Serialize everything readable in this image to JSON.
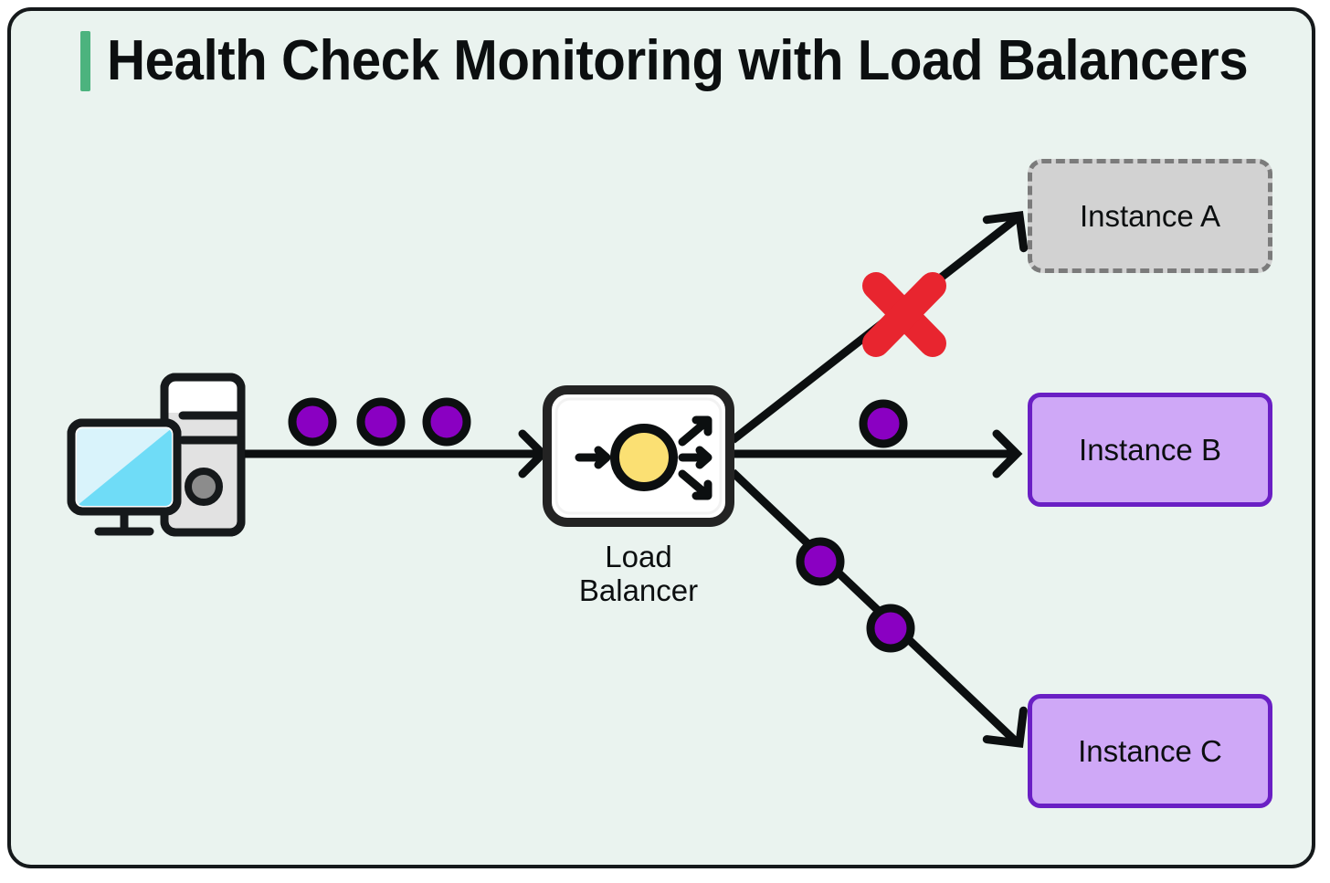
{
  "card": {
    "background_color": "#eaf3ef",
    "border_color": "#15191b"
  },
  "header": {
    "accent_color": "#4cb37e",
    "title": "Health Check Monitoring with Load Balancers"
  },
  "diagram": {
    "type": "load-balancer-health-check",
    "client": {
      "icon": "desktop-computer-icon",
      "screen_color": "#6fdcf7",
      "tower_color": "#e2e2e2"
    },
    "load_balancer": {
      "label": "Load\nBalancer",
      "box_fill": "#ffffff",
      "box_border": "#232323",
      "core_color": "#fbe073",
      "inbound_arrows": 1,
      "outbound_arrows": 3
    },
    "traffic_dot": {
      "fill": "#8a00c2",
      "stroke": "#0c0f10"
    },
    "failure_marker": {
      "icon": "red-x-icon",
      "color": "#e8252f",
      "on_route_to": "Instance A"
    },
    "nodes": [
      {
        "id": "instance-a",
        "label": "Instance A",
        "status": "unhealthy",
        "fill": "#d2d2d2",
        "border": "#7b7b7b",
        "border_style": "dashed",
        "traffic_dots": 0
      },
      {
        "id": "instance-b",
        "label": "Instance B",
        "status": "healthy",
        "fill": "#cfa8f7",
        "border": "#6a1fc4",
        "border_style": "solid",
        "traffic_dots": 1
      },
      {
        "id": "instance-c",
        "label": "Instance C",
        "status": "healthy",
        "fill": "#cfa8f7",
        "border": "#6a1fc4",
        "border_style": "solid",
        "traffic_dots": 2
      }
    ],
    "client_to_lb_dots": 3
  }
}
